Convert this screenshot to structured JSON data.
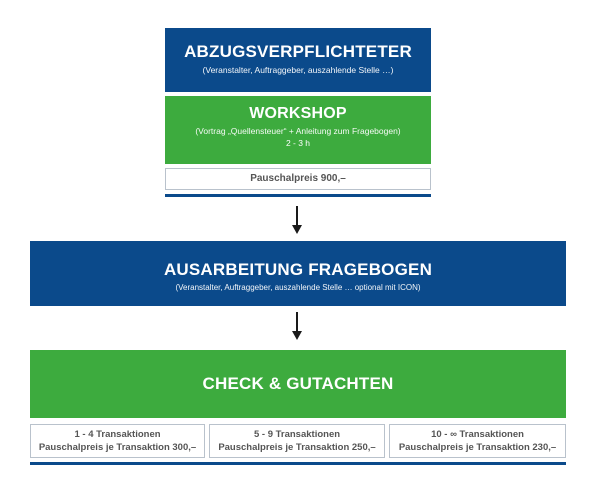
{
  "top": {
    "title": "ABZUGSVERPFLICHTETER",
    "subtitle": "(Veranstalter, Auftraggeber, auszahlende Stelle …)"
  },
  "workshop": {
    "title": "WORKSHOP",
    "subtitle": "(Vortrag „Quellensteuer“ + Anleitung zum Fragebogen)",
    "duration": "2 - 3 h",
    "price": "Pauschalpreis 900,–"
  },
  "ausarbeitung": {
    "title": "AUSARBEITUNG FRAGEBOGEN",
    "subtitle": "(Veranstalter, Auftraggeber, auszahlende Stelle … optional mit ICON)"
  },
  "check": {
    "title": "CHECK & GUTACHTEN",
    "tiers": [
      {
        "range": "1 - 4 Transaktionen",
        "price": "Pauschalpreis je Transaktion 300,–"
      },
      {
        "range": "5 - 9 Transaktionen",
        "price": "Pauschalpreis je Transaktion 250,–"
      },
      {
        "range": "10 - ∞ Transaktionen",
        "price": "Pauschalpreis je Transaktion 230,–"
      }
    ]
  },
  "colors": {
    "blue": "#0b4a8b",
    "green": "#3dab3e",
    "price_text": "#555555"
  }
}
